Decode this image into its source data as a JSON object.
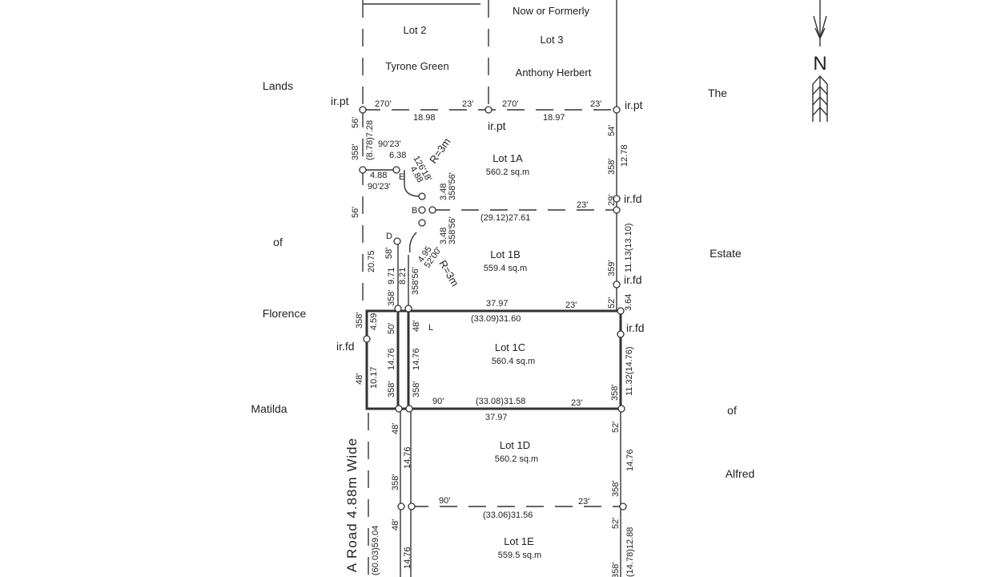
{
  "adjacent": {
    "lot2": {
      "title": "Lot 2",
      "owner": "Tyrone Green"
    },
    "lot3": {
      "prefix": "Now or Formerly",
      "title": "Lot 3",
      "owner": "Anthony Herbert"
    },
    "west": [
      "Lands",
      "of",
      "Florence",
      "Matilda"
    ],
    "east": [
      "The",
      "Estate",
      "of",
      "Alfred"
    ],
    "road": "A Road 4.88m Wide",
    "north": "N"
  },
  "lots": [
    {
      "name": "Lot 1A",
      "area": "560.2 sq.m"
    },
    {
      "name": "Lot 1B",
      "area": "559.4 sq.m"
    },
    {
      "name": "Lot 1C",
      "area": "560.4 sq.m"
    },
    {
      "name": "Lot 1D",
      "area": "560.2 sq.m"
    },
    {
      "name": "Lot 1E",
      "area": "559.5 sq.m"
    }
  ],
  "markers": {
    "irpt": "ir.pt",
    "irfd": "ir.fd",
    "B": "B",
    "D": "D",
    "E": "E",
    "L": "L"
  },
  "dims": {
    "top_b1": "270'",
    "top_d1": "18.98",
    "top_b2": "23'",
    "top_b3": "270'",
    "top_d2": "18.97",
    "top_b4": "23'",
    "left1": "56'",
    "left2": "(8.78)7.28",
    "left3": "358'",
    "d90a": "90'23'",
    "d638": "6.38",
    "d488": "4.88",
    "d90b": "90'23'",
    "r1": "R=3m",
    "a126": "126'18'",
    "d488b": "4.88",
    "d348a": "3.48",
    "b35856a": "358'56'",
    "left56": "56'",
    "d2075": "20.75",
    "bD": "58'",
    "d971": "9.71",
    "d821": "8.21",
    "b358a": "358'",
    "b35856b": "358'56'",
    "d495": "4.95",
    "b5200": "52'00'",
    "r2": "R=3m",
    "d348b": "3.48",
    "b35856c": "358'56'",
    "ab_d": "(29.12)27.61",
    "ab_b": "23'",
    "right54": "54'",
    "right358a": "358'",
    "right1278": "12.78",
    "right29": "29'",
    "right1113": "11.13(13.10)",
    "right359": "359'",
    "right52a": "52'",
    "right364": "3.64",
    "c_top_d": "37.97",
    "c_top_b": "23'",
    "c_top_d2": "(33.09)31.60",
    "c_left358": "358'",
    "c_459": "4.59",
    "c_48": "48'",
    "c_1017": "10.17",
    "c_50": "50'",
    "c_1476a": "14.76",
    "c_358a": "358'",
    "c_48b": "48'",
    "c_1476b": "14.76",
    "c_358b": "358'",
    "c_right358": "358'",
    "c_right1132": "11.32(14.76)",
    "cd_b1": "90'",
    "cd_d": "(33.08)31.58",
    "cd_b2": "23'",
    "cd_d2": "37.97",
    "d_48": "48'",
    "d_1476": "14.76",
    "d_358": "358'",
    "d_r52": "52'",
    "d_r1476": "14.76",
    "d_r358": "358'",
    "de_b1": "90'",
    "de_d": "(33.06)31.56",
    "de_b2": "23'",
    "e_48": "48'",
    "e_1476": "14.76",
    "e_r52": "52'",
    "e_r1288": "(14.78)12.88",
    "e_r358": "358'",
    "road_total": "(60.03)59.04"
  }
}
